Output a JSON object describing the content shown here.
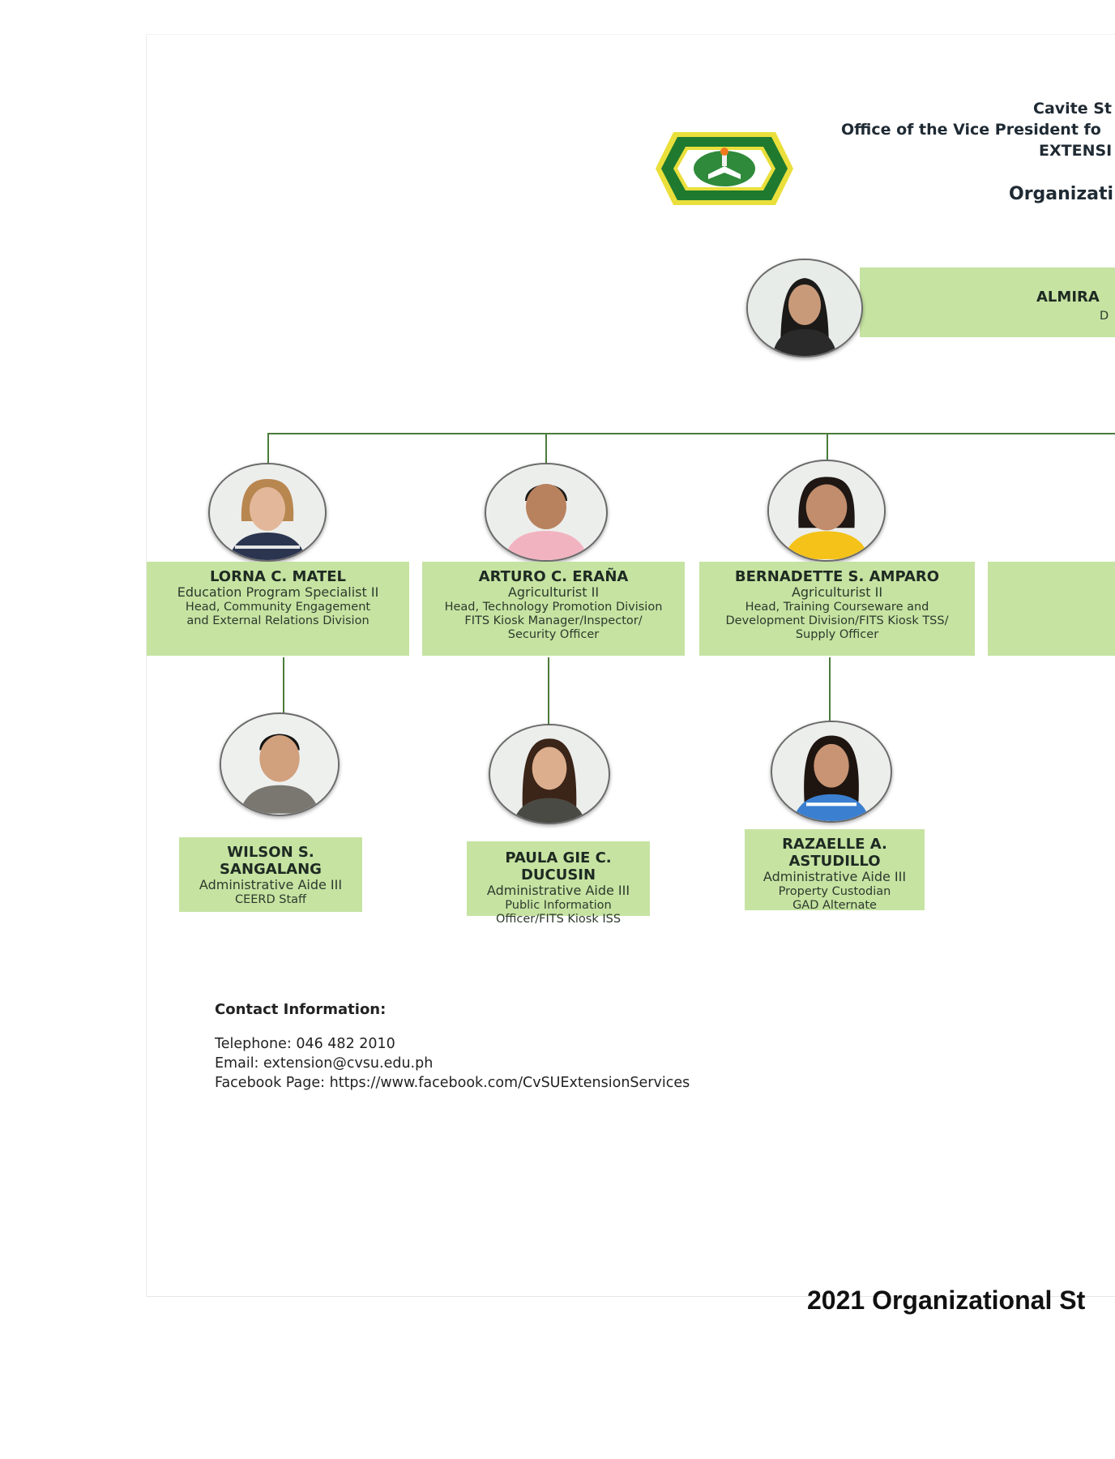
{
  "header": {
    "line1": "Cavite St",
    "line2": "Office of the Vice President fo",
    "line3": "EXTENSI",
    "subtitle": "Organizati"
  },
  "top": {
    "name": "ALMIRA",
    "title": "D"
  },
  "people": [
    {
      "name": "LORNA C. MATEL",
      "title": "Education Program Specialist II",
      "role1": "Head, Community Engagement",
      "role2": "and External Relations Division",
      "role3": ""
    },
    {
      "name": "ARTURO C. ERAÑA",
      "title": "Agriculturist II",
      "role1": "Head, Technology Promotion Division",
      "role2": "FITS Kiosk Manager/Inspector/",
      "role3": "Security Officer"
    },
    {
      "name": "BERNADETTE S. AMPARO",
      "title": "Agriculturist II",
      "role1": "Head, Training Courseware and",
      "role2": "Development Division/FITS Kiosk TSS/",
      "role3": "Supply Officer"
    },
    {
      "name": "WILSON S. SANGALANG",
      "title": "Administrative Aide III",
      "role1": "CEERD Staff",
      "role2": "",
      "role3": ""
    },
    {
      "name": "PAULA GIE C. DUCUSIN",
      "title": "Administrative Aide III",
      "role1": "Public Information",
      "role2": "Officer/FITS Kiosk ISS",
      "role3": ""
    },
    {
      "name": "RAZAELLE A. ASTUDILLO",
      "title": "Administrative Aide III",
      "role1": "Property Custodian",
      "role2": "GAD Alternate",
      "role3": ""
    }
  ],
  "contact": {
    "heading": "Contact Information:",
    "telephone": "Telephone: 046 482 2010",
    "email": "Email: extension@cvsu.edu.ph",
    "facebook": "Facebook Page: https://www.facebook.com/CvSUExtensionServices"
  },
  "caption": "2021 Organizational St",
  "colors": {
    "box": "#c6e3a2",
    "line": "#4b7c3b",
    "logo_green": "#1f7a2f",
    "logo_yellow": "#e2c21b"
  },
  "icons": {
    "logo": "university-seal-icon",
    "photo": "person-portrait-icon"
  }
}
